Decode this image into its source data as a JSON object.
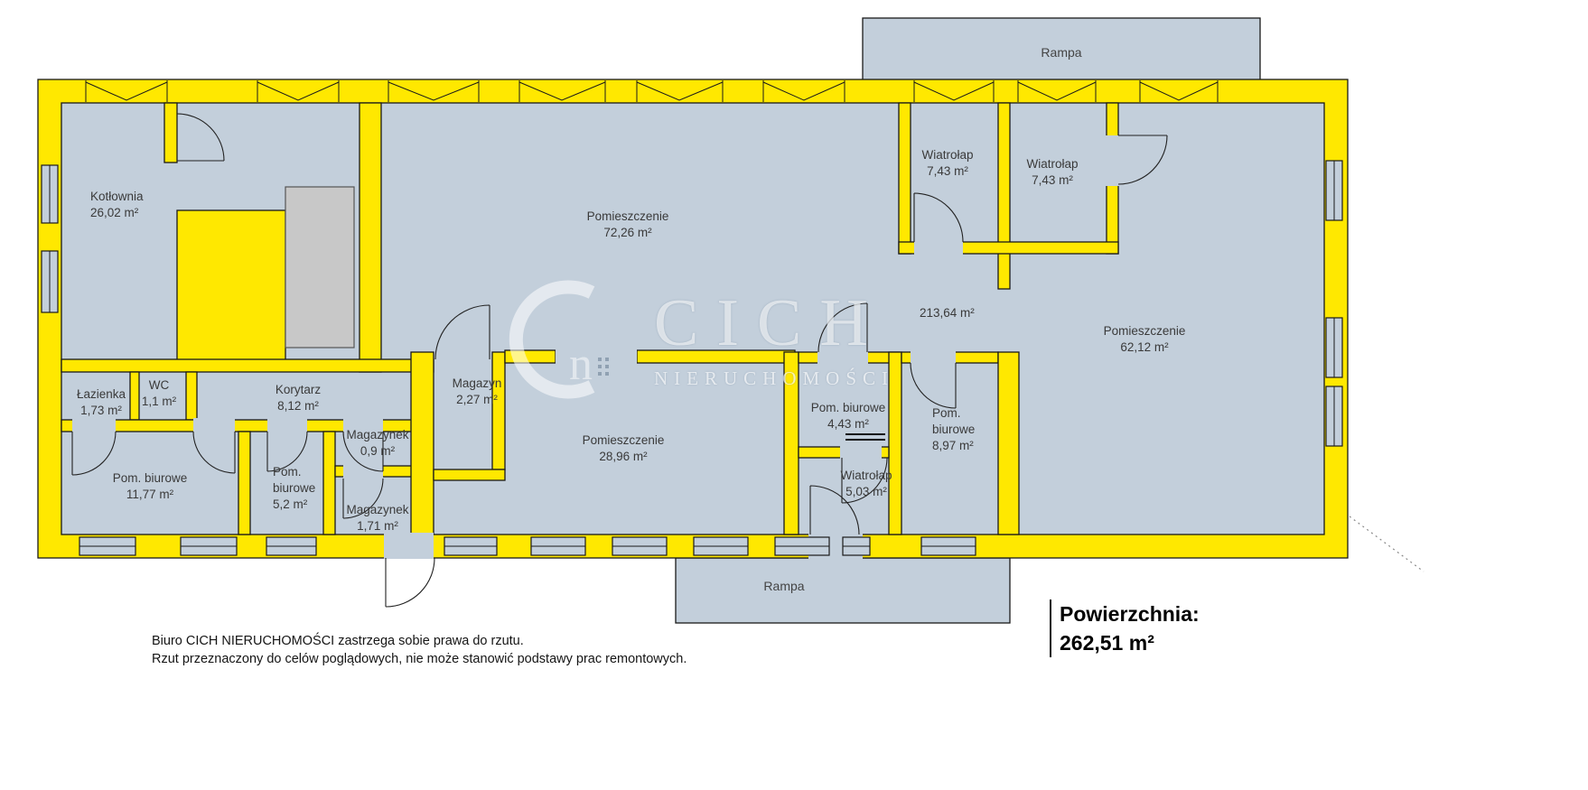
{
  "plan": {
    "rooms": [
      {
        "id": "kotlownia",
        "name": "Kotłownia",
        "area": "26,02 m²"
      },
      {
        "id": "pomieszczenie-72",
        "name": "Pomieszczenie",
        "area": "72,26 m²"
      },
      {
        "id": "wiatrolap-1",
        "name": "Wiatrołap",
        "area": "7,43 m²"
      },
      {
        "id": "wiatrolap-2",
        "name": "Wiatrołap",
        "area": "7,43 m²"
      },
      {
        "id": "pomieszczenie-62",
        "name": "Pomieszczenie",
        "area": "62,12 m²"
      },
      {
        "id": "lazienka",
        "name": "Łazienka",
        "area": "1,73 m²"
      },
      {
        "id": "wc",
        "name": "WC",
        "area": "1,1 m²"
      },
      {
        "id": "korytarz",
        "name": "Korytarz",
        "area": "8,12 m²"
      },
      {
        "id": "magazyn",
        "name": "Magazyn",
        "area": "2,27 m²"
      },
      {
        "id": "pom-biurowe-1177",
        "name": "Pom. biurowe",
        "area": "11,77 m²"
      },
      {
        "id": "pom-biurowe-52",
        "name": "Pom.\nbiurowe",
        "area": "5,2 m²"
      },
      {
        "id": "magazynek-09",
        "name": "Magazynek",
        "area": "0,9 m²"
      },
      {
        "id": "magazynek-171",
        "name": "Magazynek",
        "area": "1,71 m²"
      },
      {
        "id": "pomieszczenie-2896",
        "name": "Pomieszczenie",
        "area": "28,96 m²"
      },
      {
        "id": "pom-biurowe-443",
        "name": "Pom. biurowe",
        "area": "4,43 m²"
      },
      {
        "id": "pom-biurowe-897",
        "name": "Pom.\nbiurowe",
        "area": "8,97 m²"
      },
      {
        "id": "wiatrolap-503",
        "name": "Wiatrołap",
        "area": "5,03 m²"
      }
    ],
    "open_area_label": "213,64 m²",
    "ramp_top": "Rampa",
    "ramp_bottom": "Rampa"
  },
  "watermark": {
    "brand": "CICH",
    "subtitle": "NIERUCHOMOŚCI"
  },
  "summary": {
    "label": "Powierzchnia:",
    "value": "262,51 m²"
  },
  "disclaimer": {
    "line1": "Biuro CICH NIERUCHOMOŚCI zastrzega sobie prawa do rzutu.",
    "line2": "Rzut przeznaczony do celów poglądowych, nie może stanowić podstawy prac remontowych."
  },
  "colors": {
    "wall": "#ffe800",
    "floor": "#c3cfdb",
    "outline": "#1a1a1a",
    "equipment": "#c8c8c8"
  }
}
